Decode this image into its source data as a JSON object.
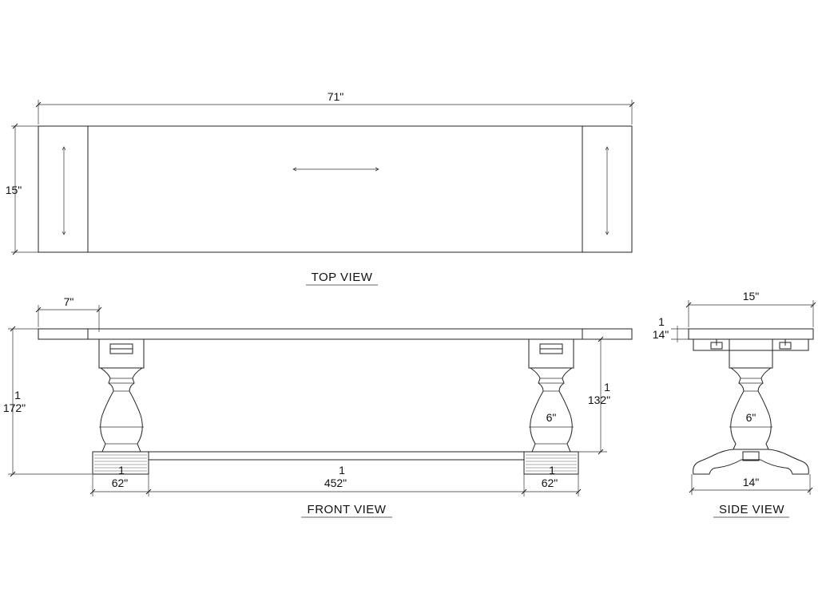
{
  "top_view": {
    "title": "TOP  VIEW",
    "length_label": "71\"",
    "width_label": "15\""
  },
  "front_view": {
    "title": "FRONT  VIEW",
    "overhang_label": "7\"",
    "height_label_top": "1",
    "height_label_bottom": "172\"",
    "leg_height_label_top": "1",
    "leg_height_label_bottom": "132\"",
    "pedestal_dia_label": "6\"",
    "foot_left_label_top": "1",
    "foot_left_label_bottom": "62\"",
    "stretcher_label_top": "1",
    "stretcher_label_bottom": "452\"",
    "foot_right_label_top": "1",
    "foot_right_label_bottom": "62\""
  },
  "side_view": {
    "title": "SIDE  VIEW",
    "width_label": "15\"",
    "top_thickness_label_top": "1",
    "top_thickness_label_bottom": "14\"",
    "pedestal_dia_label": "6\"",
    "base_width_label": "14\""
  }
}
